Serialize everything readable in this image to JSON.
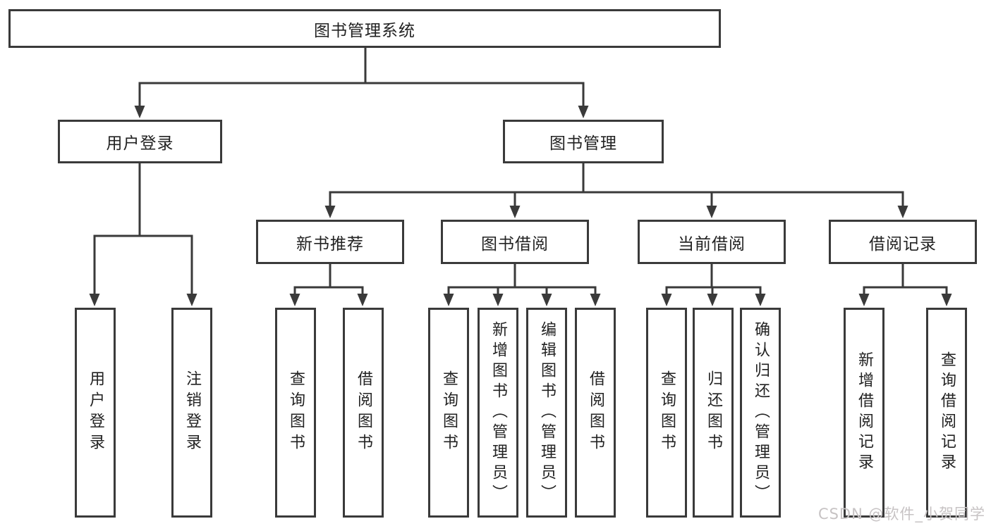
{
  "diagram": {
    "root_label": "图书管理系统",
    "login_branch": {
      "label": "用户登录",
      "leaves": [
        "用户登录",
        "注销登录"
      ]
    },
    "mgmt_branch": {
      "label": "图书管理",
      "children": [
        {
          "label": "新书推荐",
          "leaves": [
            "查询图书",
            "借阅图书"
          ]
        },
        {
          "label": "图书借阅",
          "leaves": [
            "查询图书",
            "新增图书（管理员）",
            "编辑图书（管理员）",
            "借阅图书"
          ]
        },
        {
          "label": "当前借阅",
          "leaves": [
            "查询图书",
            "归还图书",
            "确认归还（管理员）"
          ]
        },
        {
          "label": "借阅记录",
          "leaves": [
            "新增借阅记录",
            "查询借阅记录"
          ]
        }
      ]
    }
  },
  "watermark": {
    "text": "CSDN @软件_小贺同学",
    "color": "#c7c3c4"
  },
  "colors": {
    "line": "#3a3a3a",
    "text": "#222222",
    "background": "#ffffff"
  }
}
